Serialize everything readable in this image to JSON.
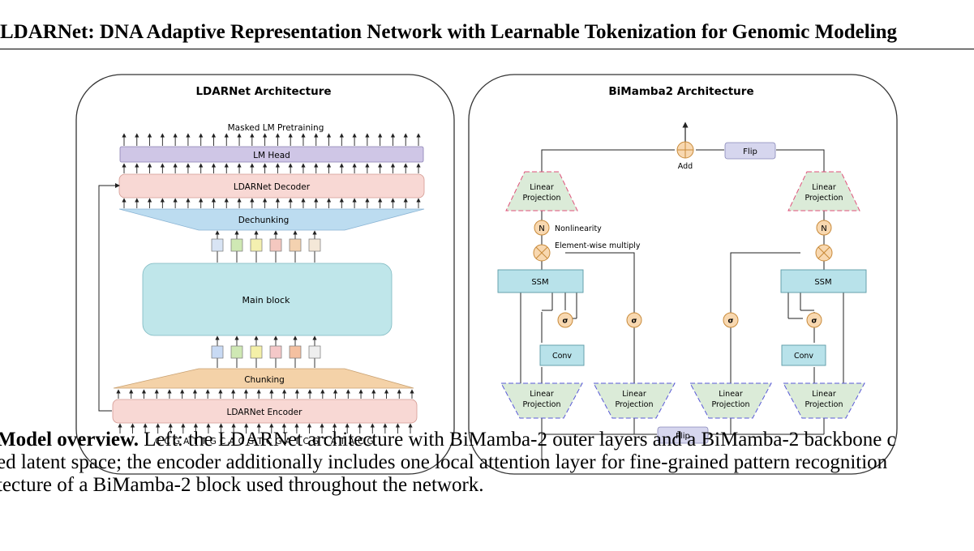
{
  "header": {
    "paper_title": "LDARNet: DNA Adaptive Representation Network with Learnable Tokenization for Genomic Modeling"
  },
  "figure": {
    "left_panel": {
      "title": "LDARNet Architecture",
      "top_label": "Masked LM Pretraining",
      "lm_head": "LM Head",
      "decoder": "LDARNet Decoder",
      "dechunking": "Dechunking",
      "main_block": "Main block",
      "chunking": "Chunking",
      "encoder": "LDARNet Encoder",
      "dna_sequence": "C C G A T T G C A C G T C G A T C G T A T A C G",
      "token_colors_top": [
        "#d8e4f4",
        "#cfe8b4",
        "#f4f0b0",
        "#f4c8c0",
        "#f4d2b0",
        "#f4e8d8"
      ],
      "token_colors_bottom": [
        "#c8daf4",
        "#cfe8b4",
        "#f4f0a8",
        "#f4c8c8",
        "#f4c0a0",
        "#eeeeee"
      ]
    },
    "right_panel": {
      "title": "BiMamba2 Architecture",
      "add_label": "Add",
      "flip_top": "Flip",
      "flip_bottom": "Flip",
      "linear_projection_line1": "Linear",
      "linear_projection_line2": "Projection",
      "nonlinearity_symbol": "N",
      "nonlinearity_label": "Nonlinearity",
      "multiply_label": "Element-wise multiply",
      "ssm_label": "SSM",
      "sigma_symbol": "σ",
      "conv_label": "Conv"
    }
  },
  "caption": {
    "line1_bold": "Model overview.",
    "line1_rest": " Left: the LDARNet architecture with BiMamba-2 outer layers and a BiMamba-2 backbone c",
    "line2": "ed latent space; the encoder additionally includes one local attention layer for fine-grained pattern recognition",
    "line3": "tecture of a BiMamba-2 block used throughout the network."
  },
  "colors": {
    "panel_border": "#333333",
    "lm_head_fill": "#cfc6e6",
    "encoder_decoder_fill": "#f8d8d4",
    "dechunk_fill": "#bcdcf0",
    "chunk_fill": "#f4d2a8",
    "main_block_fill": "#bfe6ea",
    "ssm_fill": "#b8e2ea",
    "proj_fill": "#dbebd8",
    "proj_top_dash": "#e0507a",
    "proj_bottom_dash": "#5a5ad8",
    "flip_fill": "#d6d6ee",
    "circle_fill": "#f8d8b0",
    "circle_stroke": "#c88a3a"
  }
}
